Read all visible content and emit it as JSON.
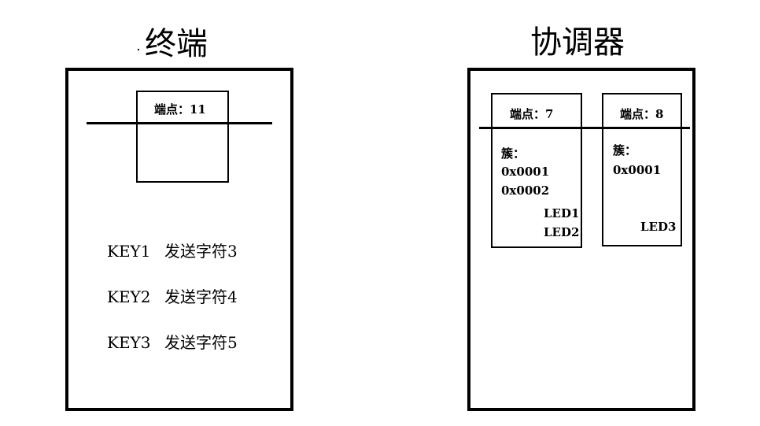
{
  "terminal": {
    "title": "终端",
    "endpoint_label": "端点：11",
    "keys": [
      {
        "key": "KEY1",
        "action": "发送字符3"
      },
      {
        "key": "KEY2",
        "action": "发送字符4"
      },
      {
        "key": "KEY3",
        "action": "发送字符5"
      }
    ]
  },
  "coordinator": {
    "title": "协调器",
    "endpoints": [
      {
        "label": "端点：7",
        "cluster_label": "簇：",
        "clusters": [
          "0x0001",
          "0x0002"
        ],
        "leds": [
          "LED1",
          "LED2"
        ]
      },
      {
        "label": "端点：8",
        "cluster_label": "簇：",
        "clusters": [
          "0x0001"
        ],
        "leds": [
          "LED3"
        ]
      }
    ]
  }
}
